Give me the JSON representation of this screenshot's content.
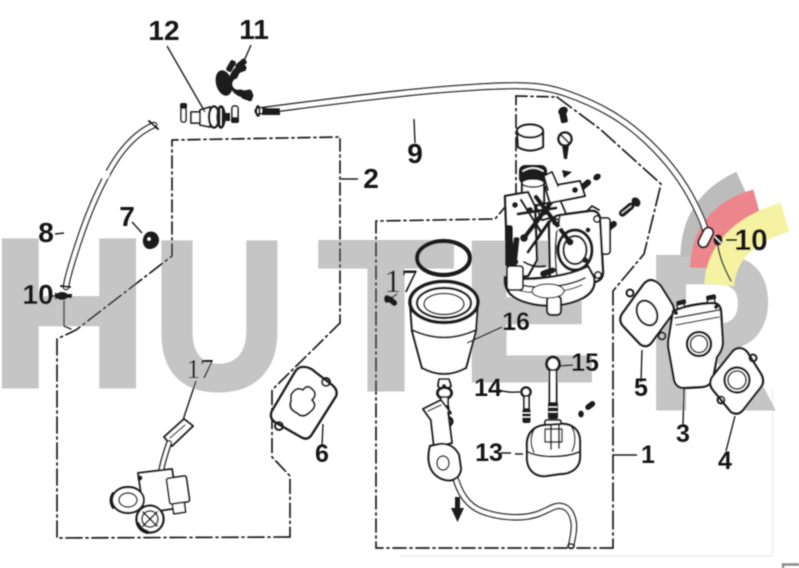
{
  "page": {
    "kind": "exploded parts diagram",
    "subject": "carburetor assembly",
    "background_color": "#ffffff",
    "line_color": "#1f1f1f"
  },
  "watermark": {
    "text": "HUTER",
    "letters": [
      "H",
      "U",
      "T",
      "E",
      "R"
    ],
    "color": "#c5c5c5",
    "logo": {
      "gray": "#bcbcbc",
      "red": "#ec868c",
      "yellow": "#f5f2a2"
    }
  },
  "callouts": [
    {
      "part": "12"
    },
    {
      "part": "11"
    },
    {
      "part": "9"
    },
    {
      "part": "2"
    },
    {
      "part": "8"
    },
    {
      "part": "7"
    },
    {
      "part": "10"
    },
    {
      "part": "17"
    },
    {
      "part": "16"
    },
    {
      "part": "15"
    },
    {
      "part": "14"
    },
    {
      "part": "13"
    },
    {
      "part": "1"
    },
    {
      "part": "5"
    },
    {
      "part": "3"
    },
    {
      "part": "4"
    },
    {
      "part": "6"
    },
    {
      "part": "17"
    },
    {
      "part": "10"
    }
  ]
}
